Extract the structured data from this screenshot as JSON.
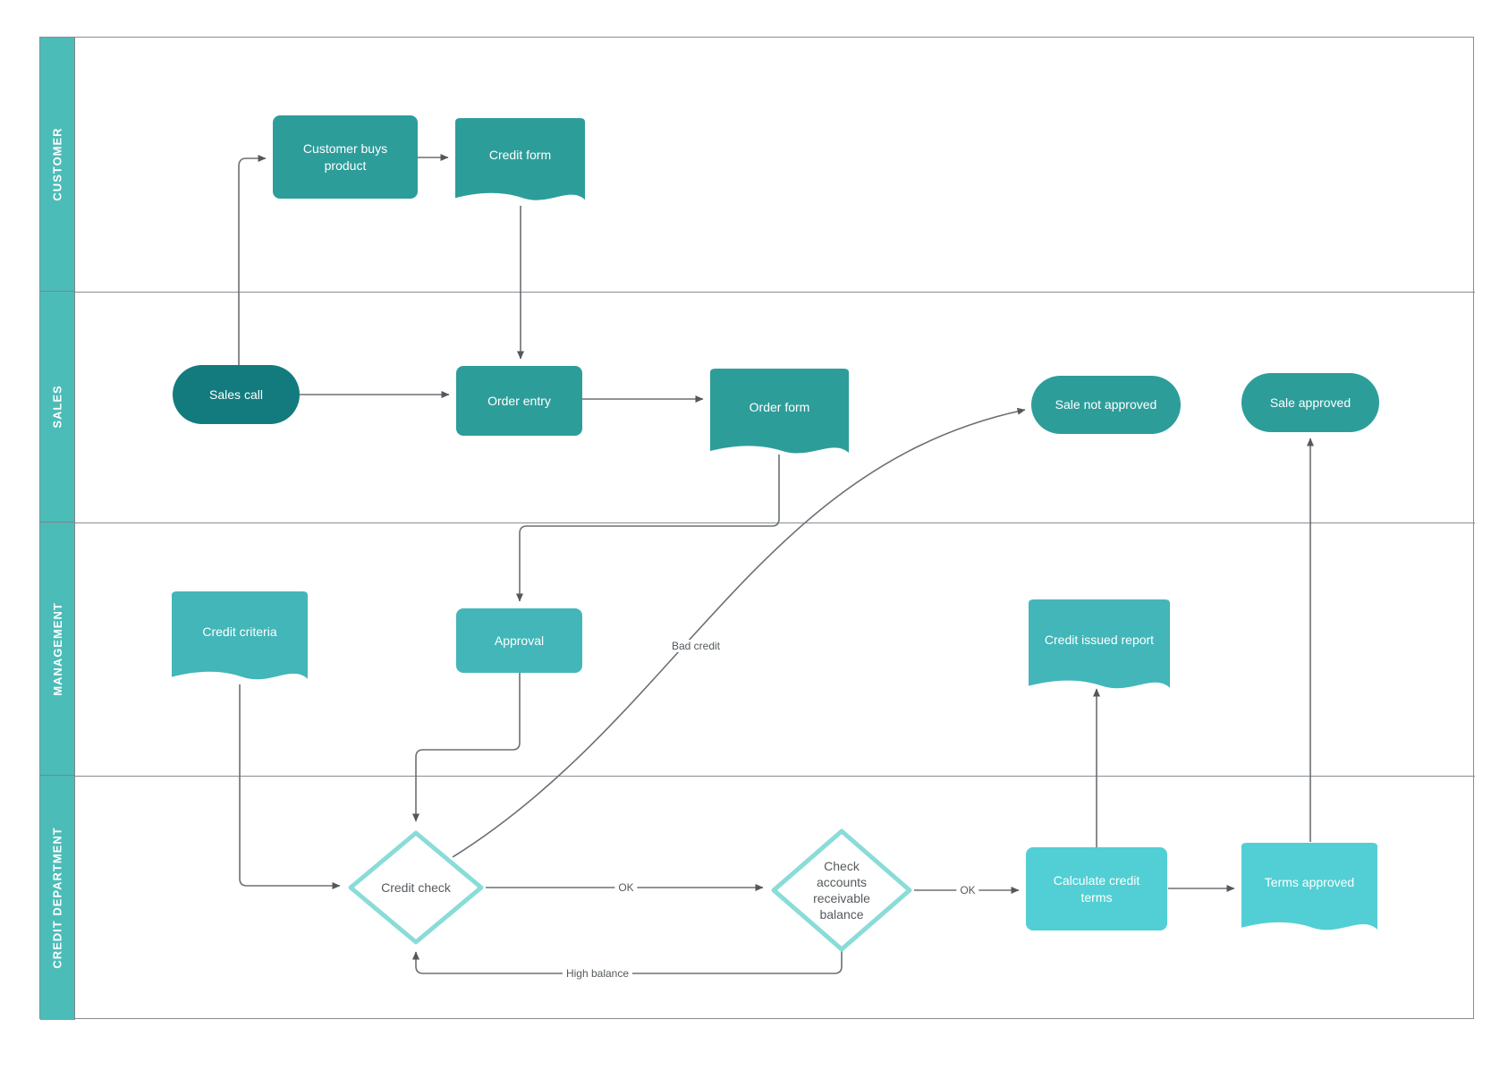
{
  "diagram": {
    "type": "swimlane-flowchart",
    "lanes": [
      {
        "label": "CUSTOMER"
      },
      {
        "label": "SALES"
      },
      {
        "label": "MANAGEMENT"
      },
      {
        "label": "CREDIT DEPARTMENT"
      }
    ],
    "nodes": {
      "customer_buys_product": {
        "label": "Customer buys product",
        "shape": "process"
      },
      "credit_form": {
        "label": "Credit form",
        "shape": "document"
      },
      "sales_call": {
        "label": "Sales call",
        "shape": "terminator"
      },
      "order_entry": {
        "label": "Order entry",
        "shape": "process"
      },
      "order_form": {
        "label": "Order form",
        "shape": "document"
      },
      "sale_not_approved": {
        "label": "Sale not approved",
        "shape": "terminator"
      },
      "sale_approved": {
        "label": "Sale approved",
        "shape": "terminator"
      },
      "credit_criteria": {
        "label": "Credit criteria",
        "shape": "document"
      },
      "approval": {
        "label": "Approval",
        "shape": "process"
      },
      "credit_issued_report": {
        "label": "Credit issued report",
        "shape": "document"
      },
      "credit_check": {
        "label": "Credit check",
        "shape": "decision"
      },
      "check_accounts": {
        "label": "Check accounts receivable balance",
        "shape": "decision"
      },
      "calculate_credit_terms": {
        "label": "Calculate credit terms",
        "shape": "process"
      },
      "terms_approved": {
        "label": "Terms approved",
        "shape": "document"
      }
    },
    "edge_labels": {
      "bad_credit": "Bad credit",
      "ok_credit_check": "OK",
      "ok_balance": "OK",
      "high_balance": "High balance"
    },
    "colors": {
      "lane_header": "#4cbcb8",
      "teal_dark": "#137b7e",
      "teal": "#2d9d9a",
      "teal_mid": "#42b6b8",
      "cyan_light": "#52cfd4",
      "decision_border": "#8adcd8",
      "connector": "#6b7075",
      "label_text": "#555a5e"
    }
  }
}
